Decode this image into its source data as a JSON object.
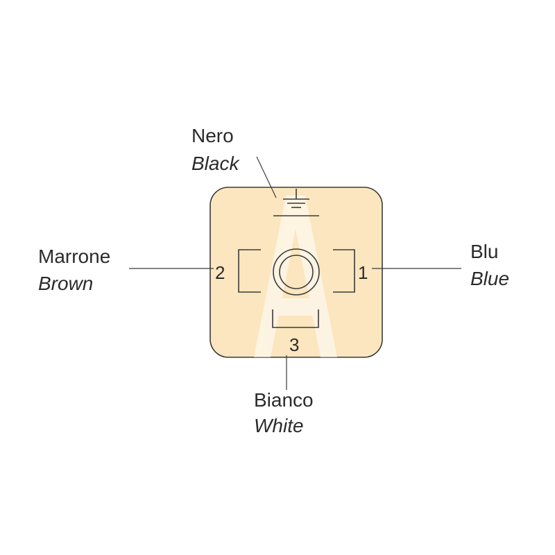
{
  "colors": {
    "body_fill": "#fbe6bf",
    "body_stroke": "#3a3a3a",
    "watermark": "#ffffff",
    "line": "#3a3a3a",
    "text": "#2b2b2b"
  },
  "connector": {
    "top": {
      "label_it": "Nero",
      "label_en": "Black",
      "symbol": "ground-icon"
    },
    "left": {
      "label_it": "Marrone",
      "label_en": "Brown",
      "pin": "2"
    },
    "right": {
      "label_it": "Blu",
      "label_en": "Blue",
      "pin": "1"
    },
    "bottom": {
      "label_it": "Bianco",
      "label_en": "White",
      "pin": "3"
    }
  }
}
